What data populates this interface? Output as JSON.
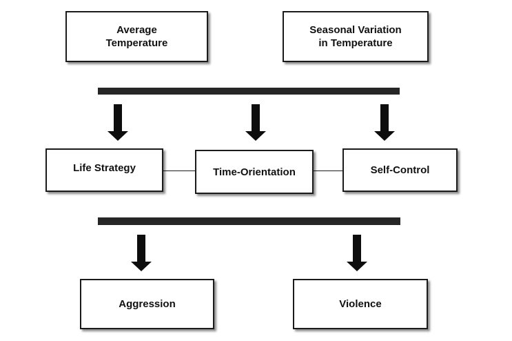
{
  "inputs": {
    "average_temperature": [
      "Average",
      "Temperature"
    ],
    "seasonal_variation": [
      "Seasonal Variation",
      "in Temperature"
    ]
  },
  "mediators": {
    "life_strategy": "Life Strategy",
    "time_orientation": "Time-Orientation",
    "self_control": "Self-Control"
  },
  "outcomes": {
    "aggression": "Aggression",
    "violence": "Violence"
  }
}
